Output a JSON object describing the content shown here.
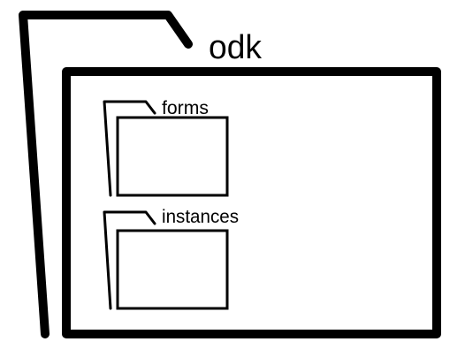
{
  "diagram": {
    "root_folder": {
      "label": "odk",
      "icon": "folder-icon"
    },
    "subfolders": [
      {
        "label": "forms",
        "icon": "folder-icon"
      },
      {
        "label": "instances",
        "icon": "folder-icon"
      }
    ],
    "colors": {
      "stroke": "#000000",
      "background": "#ffffff"
    }
  }
}
